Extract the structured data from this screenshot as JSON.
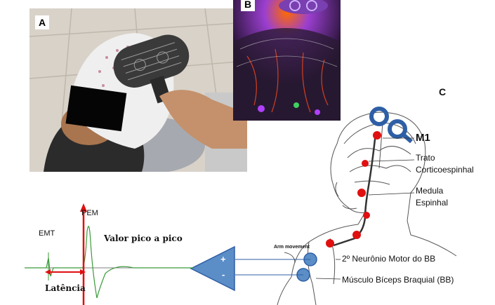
{
  "panels": {
    "a": "A",
    "b": "B",
    "c": "C"
  },
  "brain_labels": {
    "m1": "M1",
    "trato_line1": "Trato",
    "trato_line2": "Corticoespinhal",
    "medula_line1": "Medula",
    "medula_line2": "Espinhal",
    "arm_movement": "Arm movement",
    "neuronio": "2º Neurônio Motor do BB",
    "musculo": "Músculo Bíceps Braquial (BB)"
  },
  "signal": {
    "emt": "EMT",
    "pem": "PEM",
    "peak": "Valor pico a pico",
    "latency": "Latência",
    "plus": "+",
    "minus": "-"
  },
  "colors": {
    "coil_blue": "#2e5fa6",
    "amp_blue": "#5b8ec7",
    "trace_green": "#3a9a3a",
    "red_marker": "#e01010",
    "violet": "#7a2fc0"
  }
}
